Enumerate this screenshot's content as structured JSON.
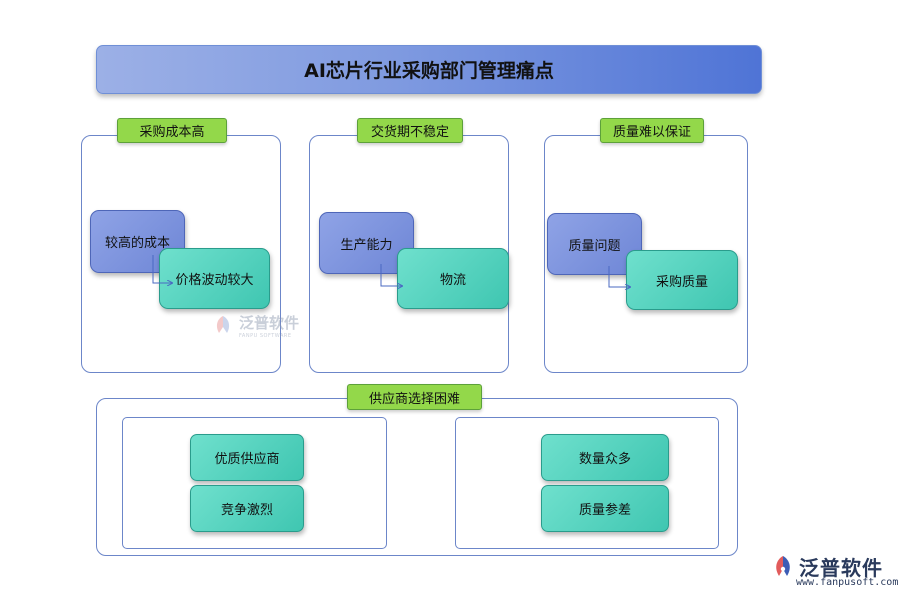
{
  "title": "AI芯片行业采购部门管理痛点",
  "sections": [
    {
      "tag": "采购成本高",
      "top_box": "较高的成本",
      "bottom_box": "价格波动较大"
    },
    {
      "tag": "交货期不稳定",
      "top_box": "生产能力",
      "bottom_box": "物流"
    },
    {
      "tag": "质量难以保证",
      "top_box": "质量问题",
      "bottom_box": "采购质量"
    }
  ],
  "bottom_section": {
    "tag": "供应商选择困难",
    "left_items": [
      "优质供应商",
      "竞争激烈"
    ],
    "right_items": [
      "数量众多",
      "质量参差"
    ]
  },
  "watermark": {
    "text": "泛普软件",
    "sub": "FANPU SOFTWARE"
  },
  "logo": {
    "name": "泛普软件",
    "url": "www.fanpusoft.com"
  },
  "colors": {
    "title_gradient_start": "#9cb0e6",
    "title_gradient_end": "#4f74d6",
    "tag_green": "#93d84a",
    "box_blue": "#7b91dc",
    "box_teal": "#4fd0bb",
    "border": "#6c86c9"
  }
}
